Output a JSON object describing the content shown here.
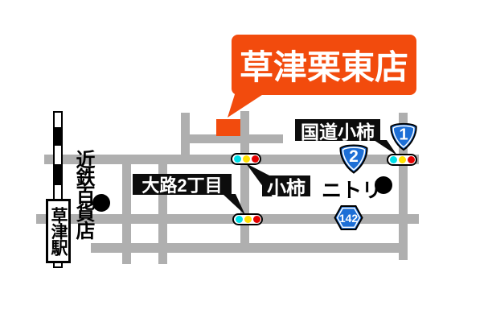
{
  "map": {
    "callout": {
      "store_name": "草津栗東店"
    },
    "station": {
      "name": "草津駅"
    },
    "landmarks": {
      "kintetsu": "近鉄百貨店",
      "nitori": "ニトリ"
    },
    "intersections": {
      "kokudo_kogaki": "国道小柿",
      "oji_2chome": "大路2丁目",
      "kogaki": "小柿"
    },
    "route_shields": {
      "national_1": "1",
      "national_2": "2",
      "prefectural_142": "142"
    },
    "signals": {
      "left": "cyan",
      "middle": "yellow",
      "right": "red"
    },
    "colors": {
      "callout_orange": "#F24B0D",
      "road_gray": "#AFAFAF",
      "route_blue": "#1D6FD6",
      "signal_cyan": "#00DFE8",
      "signal_yellow": "#FFE000",
      "signal_red": "#E50000",
      "plate_black": "#0D0D0D"
    }
  }
}
